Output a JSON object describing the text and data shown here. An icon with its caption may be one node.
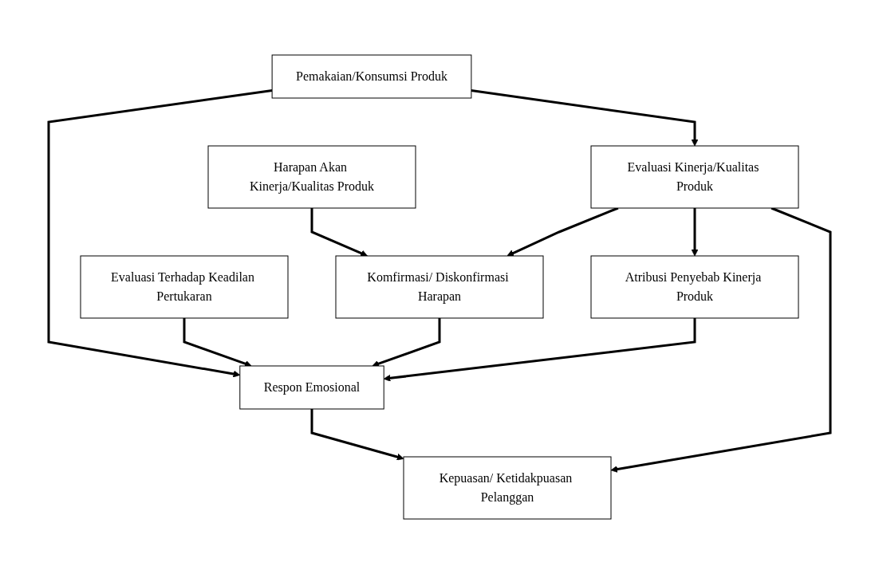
{
  "diagram": {
    "nodes": [
      {
        "text": [
          "Pemakaian/Konsumsi Produk"
        ]
      },
      {
        "text": [
          "Harapan Akan Kinerja/Kualitas Produk"
        ]
      },
      {
        "text": [
          "Komfirmasi/ Diskonfirmasi Harapan"
        ]
      },
      {
        "text": [
          "Evaluasi Kinerja/Kualitas Produk"
        ]
      },
      {
        "text": [
          "Evaluasi Terhadap Keadilan Pertukaran"
        ]
      },
      {
        "text": [
          "Respon Emosional"
        ]
      },
      {
        "text": [
          "Atribusi Penyebab Kinerja Produk"
        ]
      },
      {
        "text": [
          "Kepuasan/ Ketidakpuasan Pelanggan"
        ]
      }
    ],
    "edges": [
      {
        "from": 0,
        "to": 3,
        "arrow": "to"
      },
      {
        "from": 0,
        "to": 5,
        "arrow": "to"
      },
      {
        "from": 1,
        "to": 2,
        "arrow": "to"
      },
      {
        "from": 3,
        "to": 2,
        "arrow": "to"
      },
      {
        "from": 4,
        "to": 5,
        "arrow": "to"
      },
      {
        "from": 2,
        "to": 5,
        "arrow": "to"
      },
      {
        "from": 3,
        "to": 6,
        "arrow": "to"
      },
      {
        "from": 6,
        "to": 5,
        "arrow": "to"
      },
      {
        "from": 5,
        "to": 7,
        "arrow": "to"
      },
      {
        "from": 3,
        "to": 7,
        "arrow": "to"
      }
    ]
  }
}
